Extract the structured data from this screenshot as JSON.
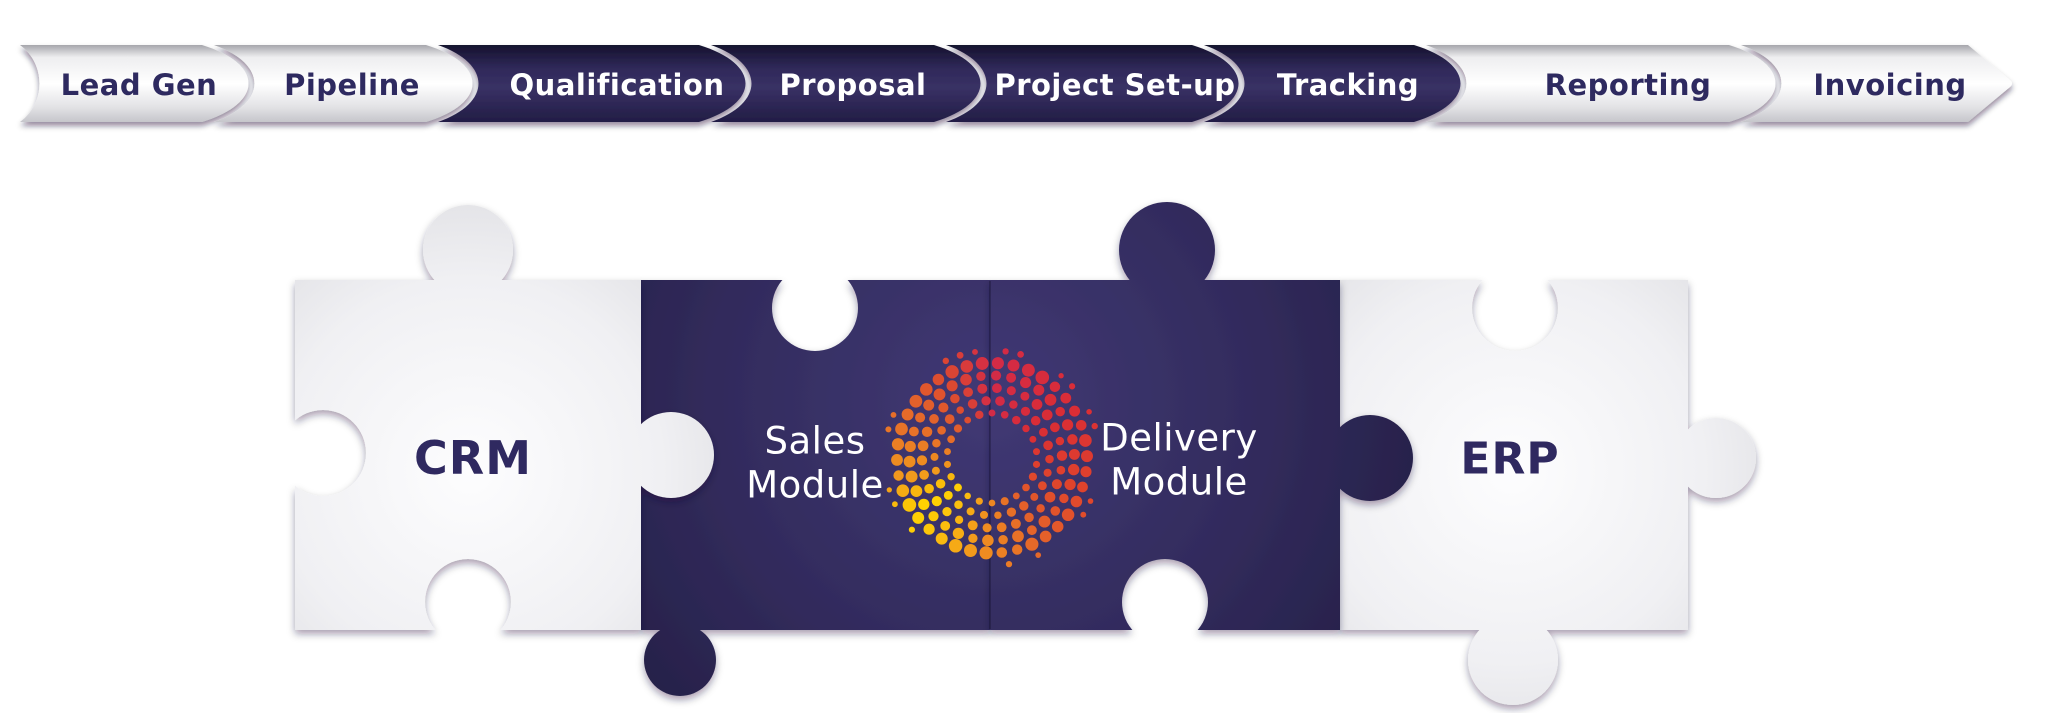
{
  "process_bar": {
    "steps": [
      {
        "label": "Lead Gen",
        "theme": "light"
      },
      {
        "label": "Pipeline",
        "theme": "light"
      },
      {
        "label": "Qualification",
        "theme": "dark"
      },
      {
        "label": "Proposal",
        "theme": "dark"
      },
      {
        "label": "Project Set-up",
        "theme": "dark"
      },
      {
        "label": "Tracking",
        "theme": "dark"
      },
      {
        "label": "Reporting",
        "theme": "light"
      },
      {
        "label": "Invoicing",
        "theme": "light"
      }
    ]
  },
  "puzzle": {
    "pieces": [
      {
        "label": "CRM",
        "theme": "light"
      },
      {
        "label_lines": [
          "Sales",
          "Module"
        ],
        "theme": "dark"
      },
      {
        "label_lines": [
          "Delivery",
          "Module"
        ],
        "theme": "dark"
      },
      {
        "label": "ERP",
        "theme": "light"
      }
    ]
  },
  "logo": {
    "name": "dotted-ring-logo",
    "color_stops": [
      [
        0,
        "#d32b47"
      ],
      [
        60,
        "#da2d35"
      ],
      [
        110,
        "#e0442c"
      ],
      [
        150,
        "#e4632a"
      ],
      [
        185,
        "#ef8d21"
      ],
      [
        215,
        "#fbbf0e"
      ],
      [
        235,
        "#ffd400"
      ],
      [
        255,
        "#f29d1b"
      ],
      [
        285,
        "#e87627"
      ],
      [
        330,
        "#dc4a30"
      ],
      [
        360,
        "#d32b47"
      ]
    ]
  },
  "colors": {
    "navy_text": "#2f2960",
    "white_text": "#ffffff",
    "navy_fill": "#342d60",
    "light_fill": "#efeff2"
  }
}
